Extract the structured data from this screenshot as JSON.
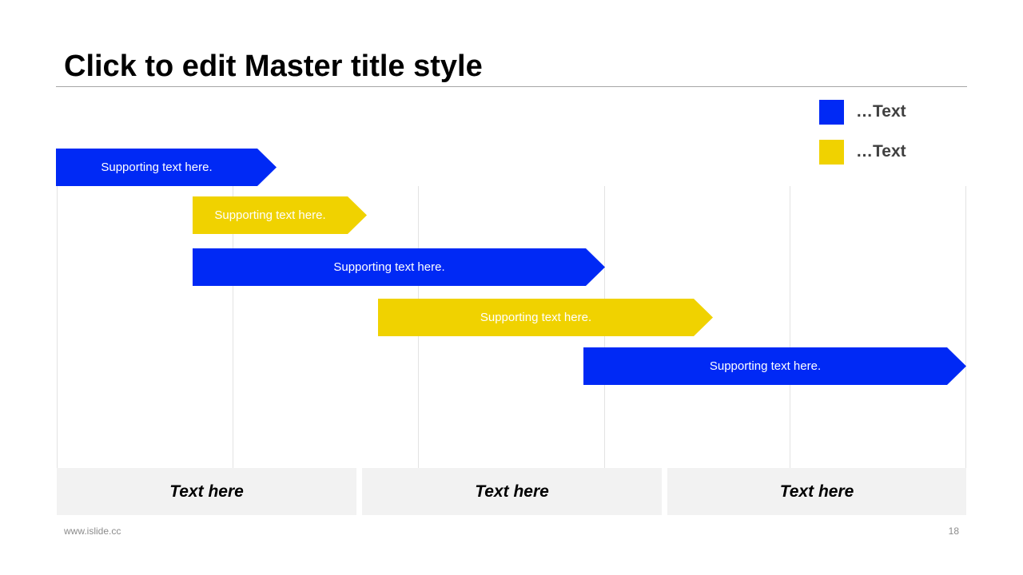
{
  "slide": {
    "title": "Click to edit Master title style",
    "website": "www.islide.cc",
    "page_number": "18"
  },
  "colors": {
    "blue": "#0029f5",
    "yellow": "#f0d200",
    "blue_text": "#ffffff",
    "yellow_text": "#ffffff"
  },
  "legend": [
    {
      "label": "…Text",
      "color": "#0029f5"
    },
    {
      "label": "…Text",
      "color": "#f0d200"
    }
  ],
  "bars": [
    {
      "label": "Supporting text here.",
      "color": "#0029f5"
    },
    {
      "label": "Supporting text here.",
      "color": "#f0d200"
    },
    {
      "label": "Supporting text here.",
      "color": "#0029f5"
    },
    {
      "label": "Supporting text here.",
      "color": "#f0d200"
    },
    {
      "label": "Supporting text here.",
      "color": "#0029f5"
    }
  ],
  "footer_labels": [
    "Text here",
    "Text here",
    "Text here"
  ]
}
